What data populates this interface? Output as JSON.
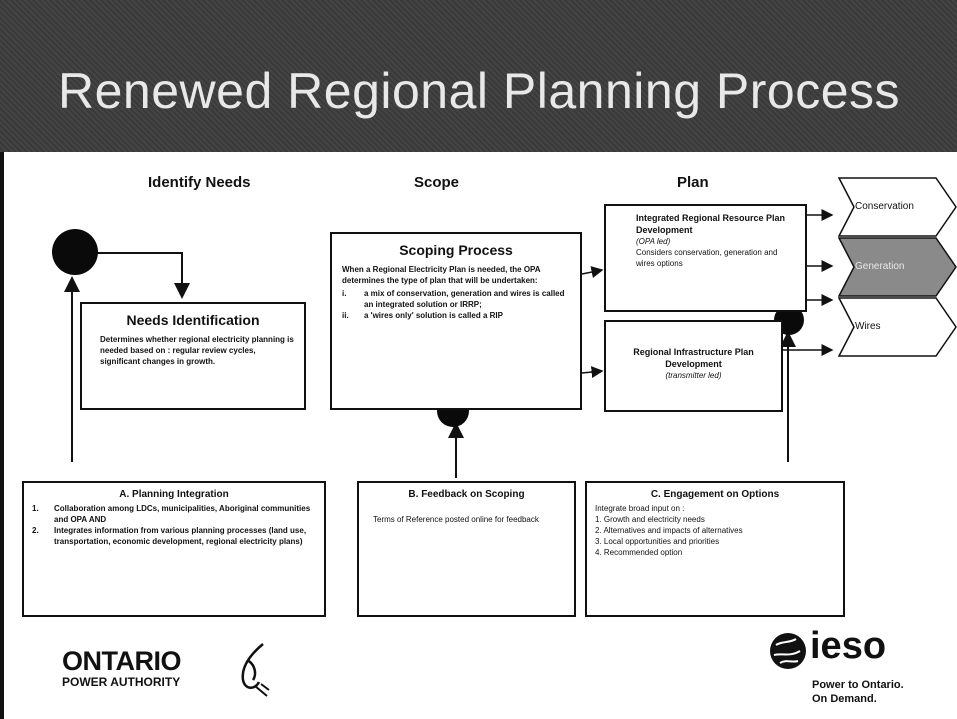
{
  "header": {
    "title": "Renewed Regional Planning Process"
  },
  "columns": {
    "identify": "Identify Needs",
    "scope": "Scope",
    "plan": "Plan"
  },
  "needs_box": {
    "title": "Needs Identification",
    "body": "Determines whether regional electricity planning is needed based on : regular review cycles, significant changes in growth."
  },
  "scoping_box": {
    "title": "Scoping Process",
    "intro": "When a Regional Electricity Plan is needed, the OPA determines the type of plan that will be undertaken:",
    "items": [
      {
        "num": "i.",
        "text": "a mix of conservation, generation and wires is called an integrated solution or IRRP;"
      },
      {
        "num": "ii.",
        "text": "a 'wires only' solution is called a RIP"
      }
    ]
  },
  "irrp_box": {
    "title": "Integrated Regional Resource Plan Development",
    "lead": "(OPA led)",
    "body": "Considers conservation, generation and wires options"
  },
  "rip_box": {
    "title": "Regional Infrastructure Plan Development",
    "lead": "(transmitter led)"
  },
  "outputs": [
    {
      "label": "Conservation",
      "color": "#ffffff",
      "text_color": "#111111"
    },
    {
      "label": "Generation",
      "color": "#8a8a8a",
      "text_color": "#e8e8e8"
    },
    {
      "label": "Wires",
      "color": "#ffffff",
      "text_color": "#111111"
    }
  ],
  "planning_integration": {
    "title": "A. Planning Integration",
    "items": [
      {
        "num": "1.",
        "text": "Collaboration among LDCs, municipalities, Aboriginal communities and OPA AND"
      },
      {
        "num": "2.",
        "text": "Integrates information from various planning processes (land use, transportation, economic development, regional electricity plans)"
      }
    ]
  },
  "feedback_scoping": {
    "title": "B. Feedback on Scoping",
    "body": "Terms of Reference posted online for feedback"
  },
  "engagement": {
    "title": "C. Engagement on Options",
    "intro": "Integrate broad input on :",
    "items": [
      "1. Growth and electricity needs",
      "2. Alternatives and impacts of alternatives",
      "3. Local opportunities and priorities",
      "4. Recommended option"
    ]
  },
  "logos": {
    "opa_line1": "ONTARIO",
    "opa_line2": "POWER AUTHORITY",
    "ieso_name": "ieso",
    "ieso_tag1": "Power to Ontario.",
    "ieso_tag2": "On Demand."
  }
}
